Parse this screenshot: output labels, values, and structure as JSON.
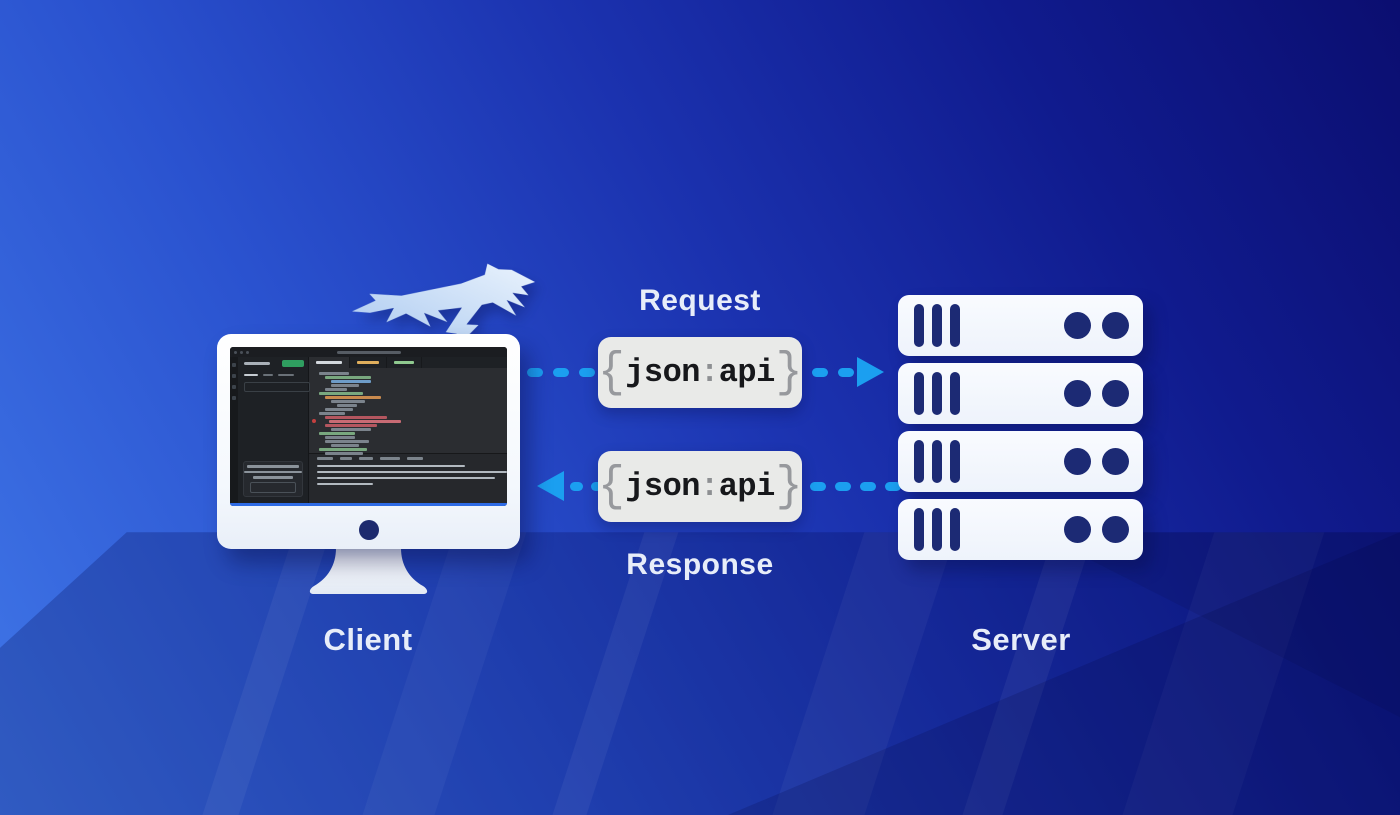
{
  "scene": {
    "background_gradient_from": "#4077e8",
    "background_gradient_to": "#0b0e70"
  },
  "labels": {
    "request": "Request",
    "response": "Response",
    "client": "Client",
    "server": "Server"
  },
  "badge": {
    "open_brace": "{",
    "name": "json",
    "colon": ":",
    "suffix": "api",
    "close_brace": "}",
    "background": "#e9eae8",
    "text_color": "#17181b",
    "brace_color": "#97999d"
  },
  "arrows": {
    "color": "#1b9ff0",
    "request_direction": "client-to-server",
    "response_direction": "server-to-client"
  },
  "server": {
    "unit_count": 4,
    "accent_color": "#1c2a74"
  },
  "icons": {
    "logo": "cheetah-lightning-logo",
    "client_device": "desktop-monitor-code-editor",
    "server_device": "server-rack-stack"
  }
}
